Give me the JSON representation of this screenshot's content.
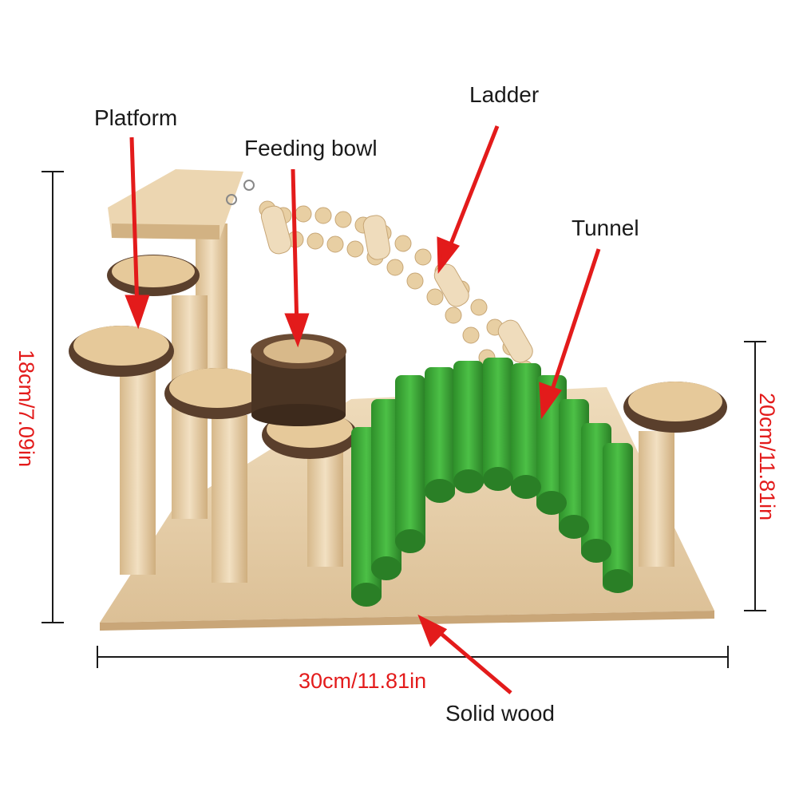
{
  "labels": {
    "platform": "Platform",
    "feeding_bowl": "Feeding bowl",
    "ladder": "Ladder",
    "tunnel": "Tunnel",
    "solid_wood": "Solid wood"
  },
  "dimensions": {
    "height_left": "18cm/7.09in",
    "height_right": "20cm/11.81in",
    "width": "30cm/11.81in"
  },
  "colors": {
    "arrow": "#e31b1b",
    "dimension_text": "#e31b1b",
    "label_text": "#1a1a1a",
    "wood_light": "#e9d2ad",
    "wood_mid": "#d8b98a",
    "bark": "#5a3f2c",
    "tunnel_green": "#3fae3a",
    "tunnel_dark": "#2a7f26"
  }
}
